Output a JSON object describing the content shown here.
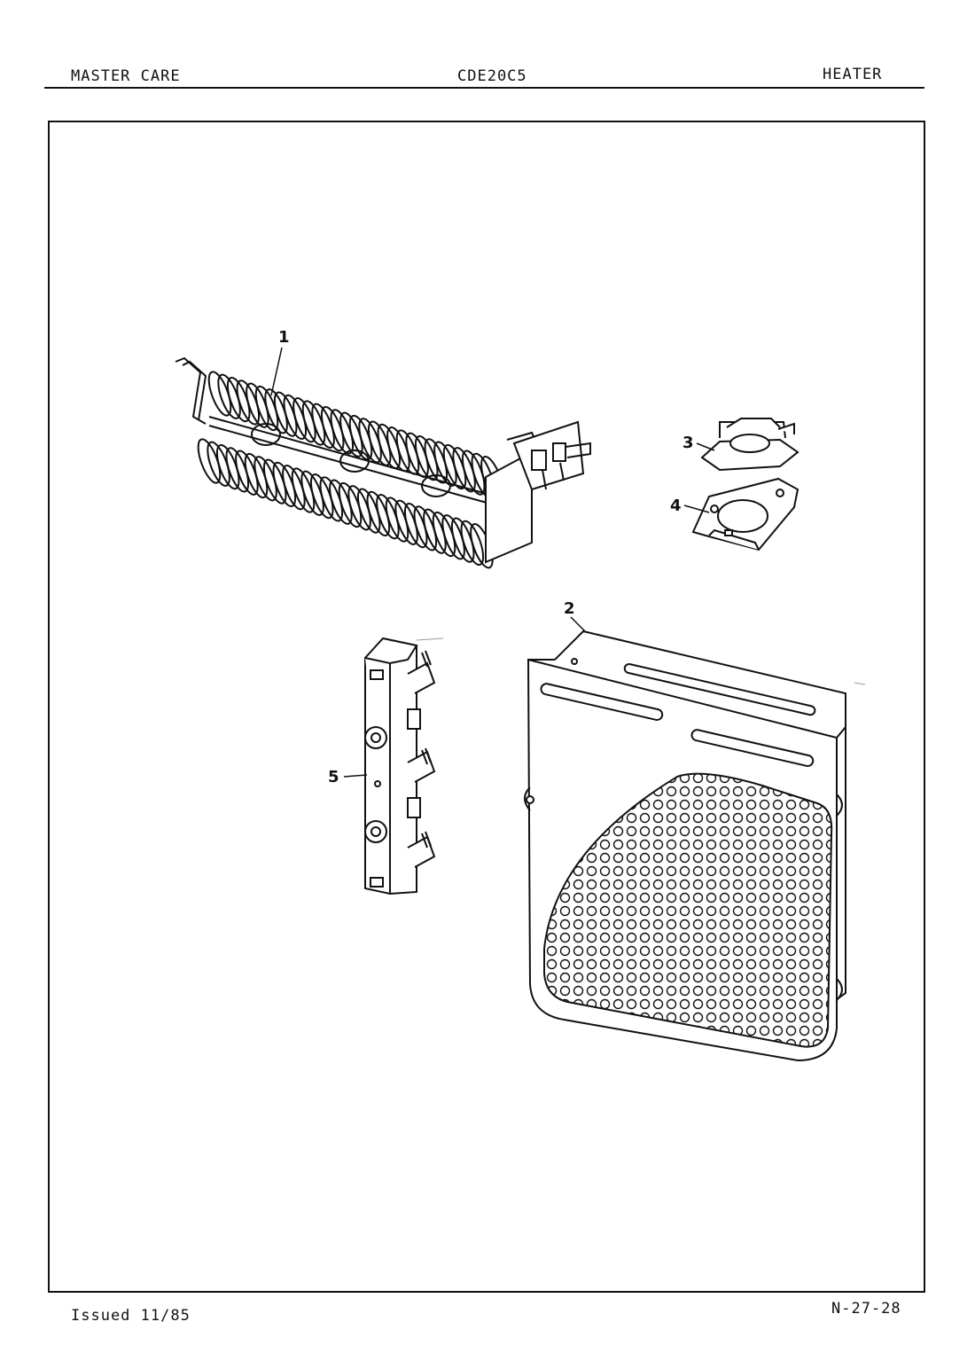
{
  "header": {
    "left": "MASTER CARE",
    "center": "CDE20C5",
    "right": "HEATER"
  },
  "footer": {
    "left": "Issued 11/85",
    "right": "N-27-28"
  },
  "callouts": [
    "1",
    "2",
    "3",
    "4",
    "5"
  ]
}
